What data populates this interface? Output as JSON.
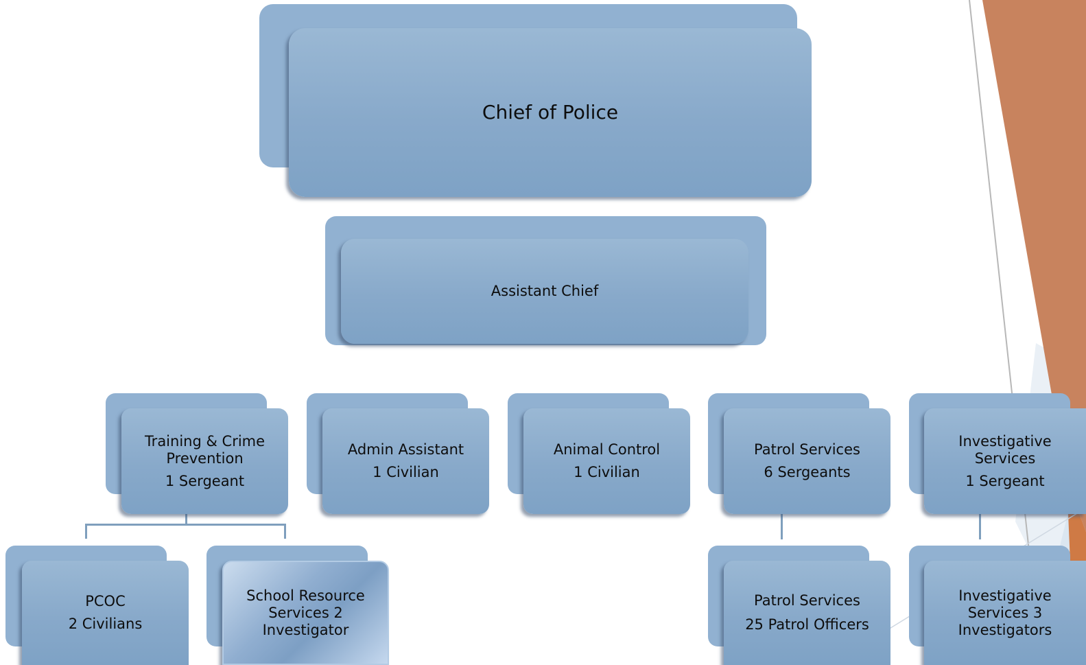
{
  "nodes": {
    "chief": {
      "title": "Chief of Police"
    },
    "assistant": {
      "title": "Assistant Chief"
    },
    "training": {
      "title": "Training & Crime Prevention",
      "detail": "1 Sergeant"
    },
    "admin": {
      "title": "Admin Assistant",
      "detail": "1 Civilian"
    },
    "animal": {
      "title": "Animal Control",
      "detail": "1 Civilian"
    },
    "patrol": {
      "title": "Patrol Services",
      "detail": "6 Sergeants"
    },
    "investigative": {
      "title": "Investigative Services",
      "detail": "1 Sergeant"
    },
    "pcoc": {
      "title": "PCOC",
      "detail": "2 Civilians"
    },
    "sro": {
      "title": "School Resource Services 2 Investigator"
    },
    "patrol_officers": {
      "title": "Patrol Services",
      "detail": "25 Patrol Officers"
    },
    "investigators": {
      "title": "Investigative Services 3 Investigators"
    }
  },
  "colors": {
    "box": "#88a9ca",
    "box_back": "#91b1d1",
    "connector": "#7f9fbd",
    "accent_orange": "#c8835e"
  },
  "decoration": {
    "shape": "orange-wedge-right-edge"
  }
}
